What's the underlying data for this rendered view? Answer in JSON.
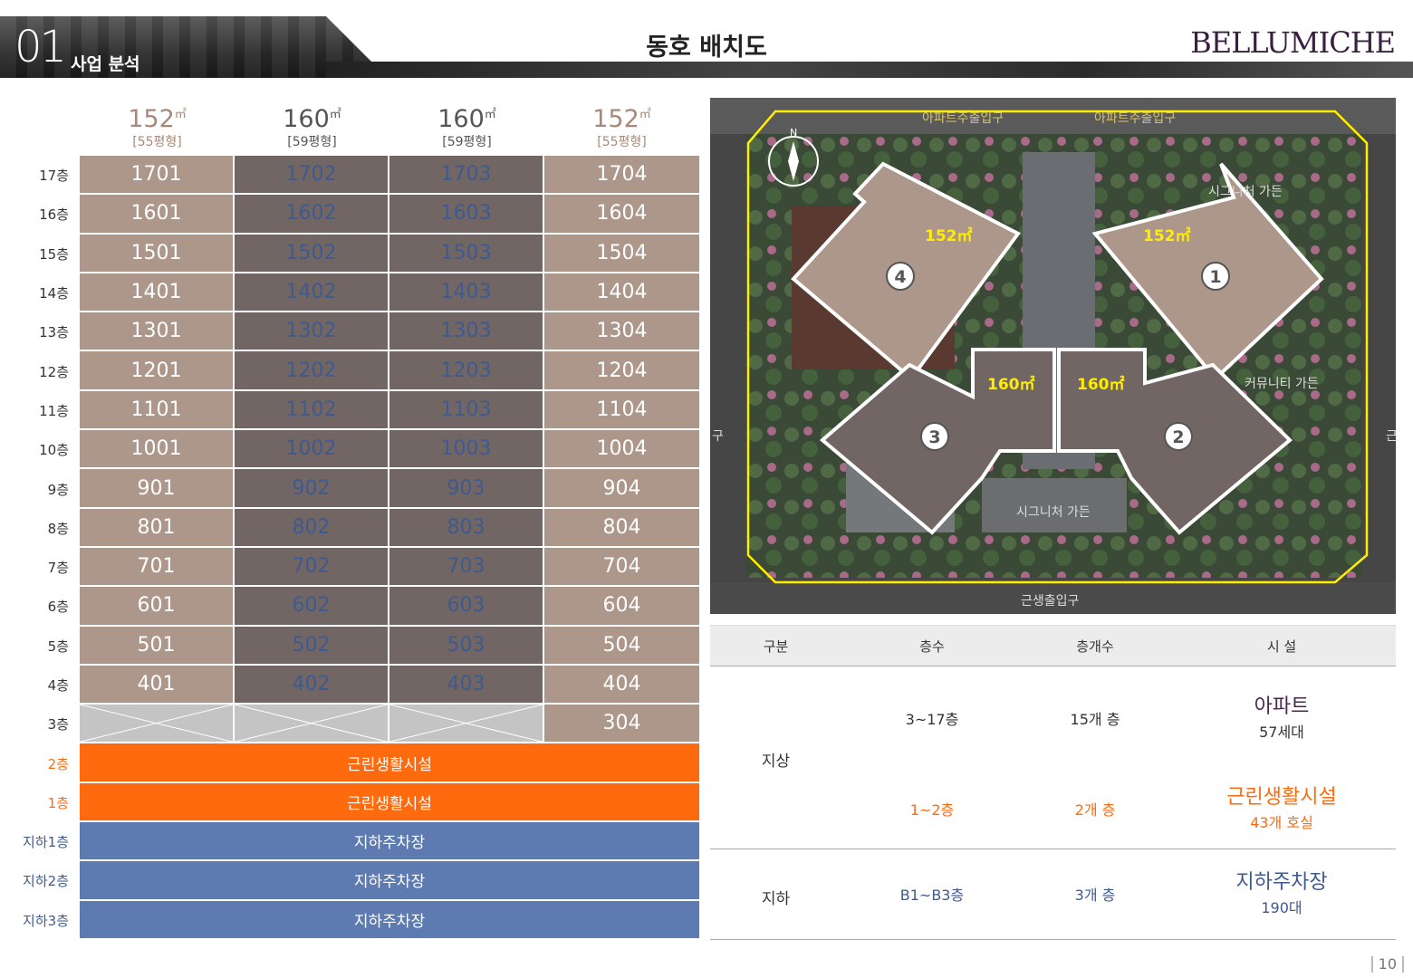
{
  "header": {
    "section_number": "01",
    "section_name": "사업 분석",
    "title": "동호 배치도",
    "brand": "BELLUMICHE"
  },
  "unit_types": [
    {
      "size": "152",
      "unit": "㎡",
      "pyeong": "[55평형]"
    },
    {
      "size": "160",
      "unit": "㎡",
      "pyeong": "[59평형]"
    },
    {
      "size": "160",
      "unit": "㎡",
      "pyeong": "[59평형]"
    },
    {
      "size": "152",
      "unit": "㎡",
      "pyeong": "[55평형]"
    }
  ],
  "floors": [
    {
      "label": "17층",
      "units": [
        "1701",
        "1702",
        "1703",
        "1704"
      ]
    },
    {
      "label": "16층",
      "units": [
        "1601",
        "1602",
        "1603",
        "1604"
      ]
    },
    {
      "label": "15층",
      "units": [
        "1501",
        "1502",
        "1503",
        "1504"
      ]
    },
    {
      "label": "14층",
      "units": [
        "1401",
        "1402",
        "1403",
        "1404"
      ]
    },
    {
      "label": "13층",
      "units": [
        "1301",
        "1302",
        "1303",
        "1304"
      ]
    },
    {
      "label": "12층",
      "units": [
        "1201",
        "1202",
        "1203",
        "1204"
      ]
    },
    {
      "label": "11층",
      "units": [
        "1101",
        "1102",
        "1103",
        "1104"
      ]
    },
    {
      "label": "10층",
      "units": [
        "1001",
        "1002",
        "1003",
        "1004"
      ]
    },
    {
      "label": "9층",
      "units": [
        "901",
        "902",
        "903",
        "904"
      ]
    },
    {
      "label": "8층",
      "units": [
        "801",
        "802",
        "803",
        "804"
      ]
    },
    {
      "label": "7층",
      "units": [
        "701",
        "702",
        "703",
        "704"
      ]
    },
    {
      "label": "6층",
      "units": [
        "601",
        "602",
        "603",
        "604"
      ]
    },
    {
      "label": "5층",
      "units": [
        "501",
        "502",
        "503",
        "504"
      ]
    },
    {
      "label": "4층",
      "units": [
        "401",
        "402",
        "403",
        "404"
      ]
    },
    {
      "label": "3층",
      "units": [
        "",
        "",
        "",
        "304"
      ]
    }
  ],
  "lower_floors": [
    {
      "label": "2층",
      "use": "근린생활시설",
      "kind": "commercial"
    },
    {
      "label": "1층",
      "use": "근린생활시설",
      "kind": "commercial"
    },
    {
      "label": "지하1층",
      "use": "지하주차장",
      "kind": "parking"
    },
    {
      "label": "지하2층",
      "use": "지하주차장",
      "kind": "parking"
    },
    {
      "label": "지하3층",
      "use": "지하주차장",
      "kind": "parking"
    }
  ],
  "site_plan": {
    "compass": "N",
    "labels": {
      "entrance_top_1": "아파트주출입구",
      "entrance_top_2": "아파트주출입구",
      "garden_signature_top": "시그니처 가든",
      "garden_community": "커뮤니티 가든",
      "garden_signature_bottom": "시그니처 가든",
      "entrance_bottom": "근생출입구",
      "side_left": "구",
      "side_right": "근"
    },
    "units": [
      {
        "number": "1",
        "area": "152㎡"
      },
      {
        "number": "2",
        "area": "160㎡"
      },
      {
        "number": "3",
        "area": "160㎡"
      },
      {
        "number": "4",
        "area": "152㎡"
      }
    ]
  },
  "table": {
    "headers": [
      "구분",
      "층수",
      "층개수",
      "시 설"
    ],
    "above": {
      "category": "지상",
      "rows": [
        {
          "floors": "3~17층",
          "count": "15개 층",
          "facility": "아파트",
          "detail": "57세대"
        },
        {
          "floors": "1~2층",
          "count": "2개 층",
          "facility": "근린생활시설",
          "detail": "43개 호실"
        }
      ]
    },
    "below": {
      "category": "지하",
      "floors": "B1~B3층",
      "count": "3개 층",
      "facility": "지하주차장",
      "detail": "190대"
    }
  },
  "page_number": "10",
  "colors": {
    "unit_152": "#ad968a",
    "unit_160": "#716664",
    "commercial": "#ff6a0e",
    "parking": "#5d7bb0",
    "site_line": "#ffee00"
  }
}
